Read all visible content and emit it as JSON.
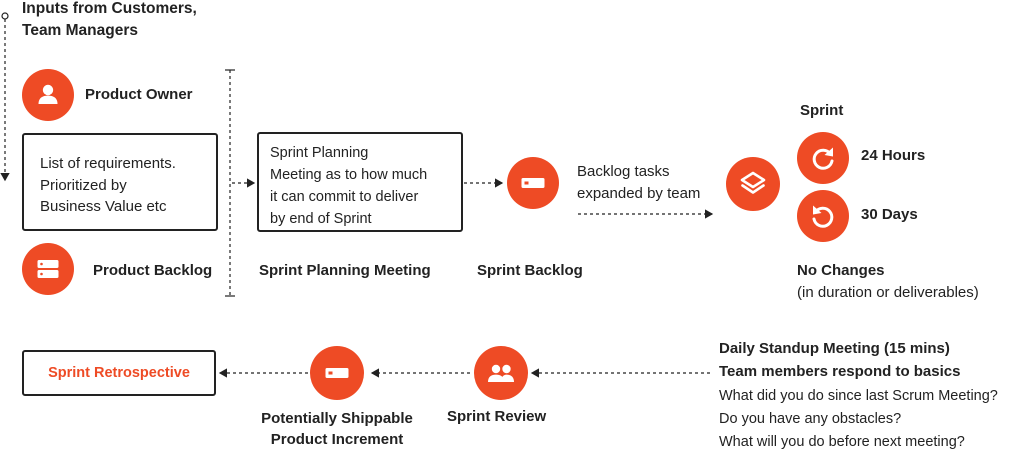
{
  "inputs": {
    "line1": "Inputs from Customers,",
    "line2": "Team Managers"
  },
  "product_owner": {
    "label": "Product Owner"
  },
  "requirements": {
    "line1": "List of requirements.",
    "line2": "Prioritized by",
    "line3": "Business Value etc"
  },
  "product_backlog": {
    "label": "Product Backlog"
  },
  "sprint_planning": {
    "line1": "Sprint Planning",
    "line2": "Meeting as to how much",
    "line3": "it can commit to deliver",
    "line4": "by end of Sprint",
    "label": "Sprint Planning Meeting"
  },
  "sprint_backlog": {
    "label": "Sprint Backlog"
  },
  "backlog_tasks": {
    "line1": "Backlog tasks",
    "line2": "expanded by team"
  },
  "sprint": {
    "title": "Sprint",
    "hours": "24 Hours",
    "days": "30 Days",
    "no_changes": "No Changes",
    "no_changes_note": "(in duration or deliverables)"
  },
  "standup": {
    "title": "Daily Standup Meeting (15 mins)",
    "subtitle": "Team members respond to basics",
    "q1": "What did you do since last Scrum Meeting?",
    "q2": "Do you have any obstacles?",
    "q3": "What will you do before next meeting?"
  },
  "sprint_review": {
    "label": "Sprint Review"
  },
  "increment": {
    "line1": "Potentially Shippable",
    "line2": "Product Increment"
  },
  "retrospective": {
    "label": "Sprint Retrospective"
  },
  "colors": {
    "accent": "#ee4b25",
    "text": "#222222"
  }
}
